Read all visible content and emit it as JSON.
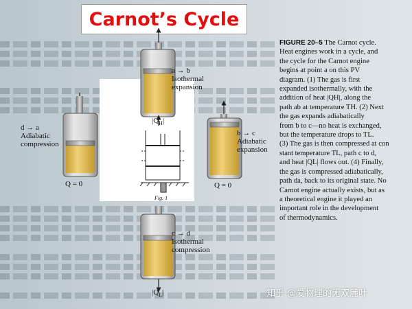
{
  "title": "Carnot’s Cycle",
  "stages": {
    "ab": {
      "arrow": "a → b",
      "process": "Isothermal",
      "process2": "expansion",
      "heat": "|Q",
      "heat_sub": "H",
      "heat_end": "|"
    },
    "bc": {
      "arrow": "b → c",
      "process": "Adiabatic",
      "process2": "expansion",
      "heat": "Q = 0"
    },
    "cd": {
      "arrow": "c → d",
      "process": "Isothermal",
      "process2": "compression",
      "heat": "|Q",
      "heat_sub": "L",
      "heat_end": "|"
    },
    "da": {
      "arrow": "d → a",
      "process": "Adiabatic",
      "process2": "compression",
      "heat": "Q = 0"
    }
  },
  "center_figure_label": "Fig. 1",
  "caption": {
    "figure": "FIGURE 20–5",
    "lines": [
      "The Carnot cycle.",
      "Heat engines work in a cycle, and",
      "the cycle for the Carnot engine",
      "begins at point a on this PV",
      "diagram. (1) The gas is first",
      "expanded isothermally, with the",
      "addition of heat |QH|, along the",
      "path ab at temperature TH. (2) Next",
      "the gas expands adiabatically",
      "from b to c—no heat is exchanged,",
      "but the temperature drops to TL.",
      "(3) The gas is then compressed at con",
      "stant temperature TL, path c to d,",
      "and heat |QL| flows out. (4) Finally,",
      "the gas is compressed adiabatically,",
      "path da, back to its original state. No",
      "Carnot engine actually exists, but as",
      "a theoretical engine it played an",
      "important role in the development",
      "of thermodynamics."
    ]
  },
  "watermark": "知乎 @爱物理的无双麓叶",
  "colors": {
    "title": "#e01010",
    "gas": "#e0bd55",
    "cylinder": "#c9c9c9"
  }
}
